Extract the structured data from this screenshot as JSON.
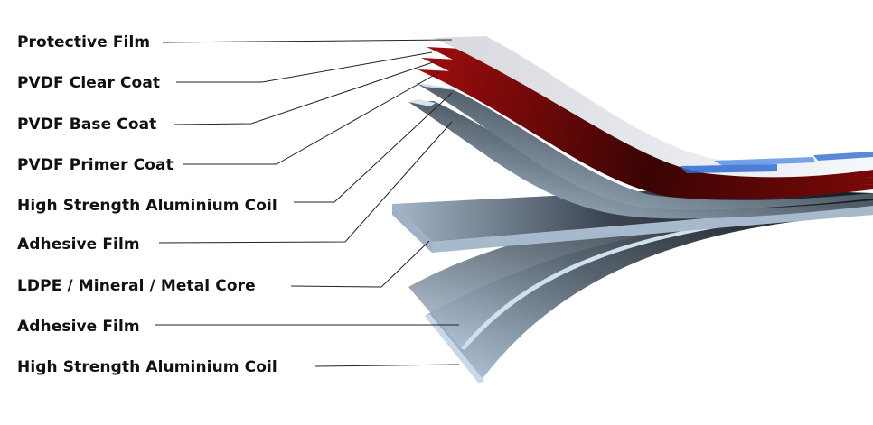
{
  "diagram": {
    "title": "Aluminium Composite Panel Layers",
    "layers": [
      {
        "label": "Protective Film"
      },
      {
        "label": "PVDF Clear Coat"
      },
      {
        "label": "PVDF Base Coat"
      },
      {
        "label": "PVDF Primer Coat"
      },
      {
        "label": "High Strength Aluminium Coil"
      },
      {
        "label": "Adhesive Film"
      },
      {
        "label": "LDPE / Mineral / Metal Core"
      },
      {
        "label": "Adhesive Film"
      },
      {
        "label": "High Strength Aluminium Coil"
      }
    ],
    "colors": {
      "coat_red": "#8a0a0a",
      "metal_light": "#a9bccf",
      "metal_dark": "#1b2128",
      "film_blue": "#2f6bd0"
    }
  }
}
